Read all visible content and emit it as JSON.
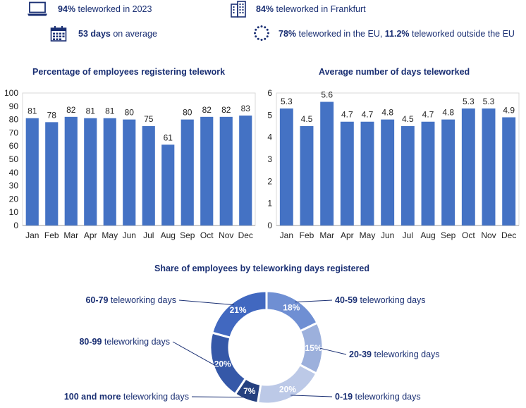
{
  "stats": {
    "s1": {
      "value": "94%",
      "text": " teleworked in 2023",
      "icon": "laptop-icon"
    },
    "s2": {
      "value": "84%",
      "text": " teleworked in Frankfurt",
      "icon": "building-icon"
    },
    "s3": {
      "value": "53 days",
      "text": " on average",
      "icon": "calendar-icon"
    },
    "s4": {
      "value1": "78%",
      "text1": " teleworked in the EU, ",
      "value2": "11.2%",
      "text2": " teleworked outside the EU",
      "icon": "eu-stars-icon"
    }
  },
  "colors": {
    "bar": "#4472c4",
    "text": "#1a2f73",
    "axis": "#333333",
    "grid": "#d9d9d9"
  },
  "chart_data": [
    {
      "type": "bar",
      "title": "Percentage of employees registering telework",
      "categories": [
        "Jan",
        "Feb",
        "Mar",
        "Apr",
        "May",
        "Jun",
        "Jul",
        "Aug",
        "Sep",
        "Oct",
        "Nov",
        "Dec"
      ],
      "values": [
        81,
        78,
        82,
        81,
        81,
        80,
        75,
        61,
        80,
        82,
        82,
        83
      ],
      "ylim": [
        0,
        100
      ],
      "yticks": [
        0,
        10,
        20,
        30,
        40,
        50,
        60,
        70,
        80,
        90,
        100
      ],
      "xlabel": "",
      "ylabel": ""
    },
    {
      "type": "bar",
      "title": "Average number of days teleworked",
      "categories": [
        "Jan",
        "Feb",
        "Mar",
        "Apr",
        "May",
        "Jun",
        "Jul",
        "Aug",
        "Sep",
        "Oct",
        "Nov",
        "Dec"
      ],
      "values": [
        5.3,
        4.5,
        5.6,
        4.7,
        4.7,
        4.8,
        4.5,
        4.7,
        4.8,
        5.3,
        5.3,
        4.9
      ],
      "ylim": [
        0,
        6
      ],
      "yticks": [
        0,
        1,
        2,
        3,
        4,
        5,
        6
      ],
      "xlabel": "",
      "ylabel": ""
    },
    {
      "type": "pie",
      "title": "Share of employees by teleworking days registered",
      "slices": [
        {
          "bold": "40-59",
          "rest": " teleworking days",
          "value": 18,
          "label": "18%",
          "color": "#6f8fd3"
        },
        {
          "bold": "20-39",
          "rest": " teleworking days",
          "value": 15,
          "label": "15%",
          "color": "#9cb0dc"
        },
        {
          "bold": "0-19",
          "rest": " teleworking days",
          "value": 20,
          "label": "20%",
          "color": "#bcc9e7"
        },
        {
          "bold": "100 and more",
          "rest": " teleworking days",
          "value": 7,
          "label": "7%",
          "color": "#25407f"
        },
        {
          "bold": "80-99",
          "rest": " teleworking days",
          "value": 20,
          "label": "20%",
          "color": "#3558a8"
        },
        {
          "bold": "60-79",
          "rest": " teleworking days",
          "value": 21,
          "label": "21%",
          "color": "#4168c0"
        }
      ]
    }
  ]
}
